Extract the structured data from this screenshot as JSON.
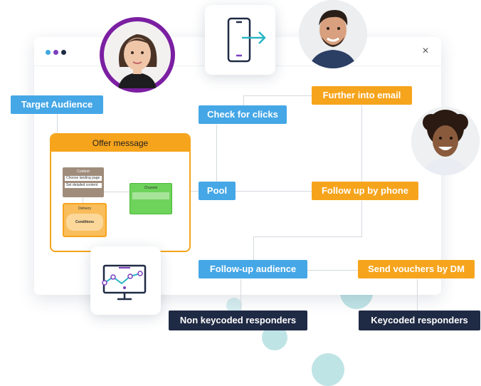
{
  "window": {
    "dots": [
      "#3fa9e0",
      "#7b3fbf",
      "#1f2a44"
    ],
    "close_glyph": "×"
  },
  "nodes": {
    "target_audience": "Target Audience",
    "offer_message": "Offer message",
    "check_for_clicks": "Check for clicks",
    "further_into_email": "Further into email",
    "pool": "Pool",
    "follow_up_by_phone": "Follow up by phone",
    "follow_up_audience": "Follow-up audience",
    "send_vouchers_by_dm": "Send vouchers by DM",
    "non_keycoded_responders": "Non keycoded responders",
    "keycoded_responders": "Keycoded responders"
  },
  "offer_detail": {
    "content_title": "Content",
    "content_rows": [
      "Choose landing page",
      "Set detailed content"
    ],
    "delivery_title": "Delivery",
    "delivery_button": "Conditions",
    "channel_title": "Channel"
  },
  "colors": {
    "blue": "#45a7e6",
    "orange": "#f6a41c",
    "dark": "#1f2a44",
    "purple": "#7b1fa2",
    "green": "#6dd35a"
  },
  "icons": [
    "phone-share-icon",
    "monitor-chart-icon",
    "close-icon"
  ]
}
